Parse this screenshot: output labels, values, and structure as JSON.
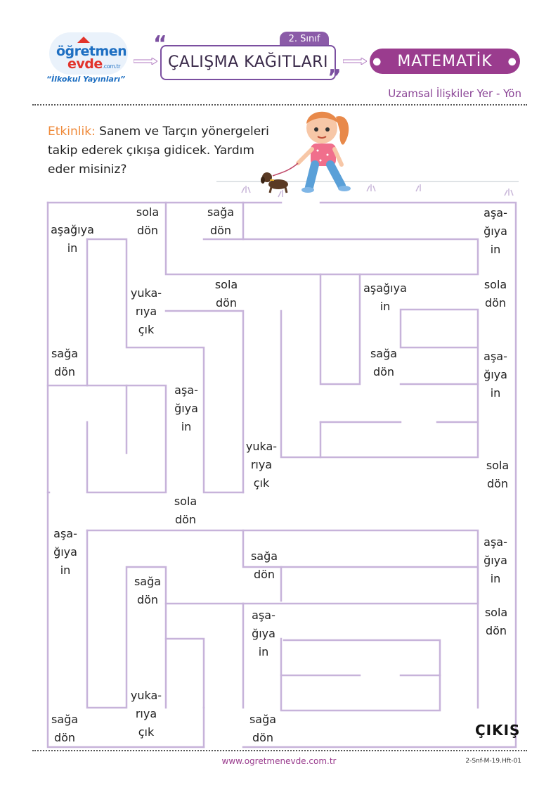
{
  "logo": {
    "line1": "öğretmen",
    "line2": "evde",
    "domain": ".com.tr",
    "tagline": "“İlkokul Yayınları”"
  },
  "header": {
    "grade": "2. Sınıf",
    "title": "ÇALIŞMA KAĞITLARI",
    "subject": "MATEMATİK",
    "topic": "Uzamsal İlişkiler Yer - Yön"
  },
  "activity": {
    "label": "Etkinlik:",
    "text": " Sanem ve Tarçın yönergeleri takip ederek çıkışa gidicek. Yardım eder misiniz?"
  },
  "maze_labels": [
    "sola\ndön",
    "sağa\ndön",
    "aşağıya\nin",
    "aşa-\nğıya\nin",
    "yuka-\nrıya\nçık",
    "sola\ndön",
    "aşağıya\nin",
    "sola\ndön",
    "sağa\ndön",
    "sağa\ndön",
    "aşa-\nğıya\nin",
    "aşa-\nğıya\nin",
    "yuka-\nrıya\nçık",
    "sola\ndön",
    "sola\ndön",
    "aşa-\nğıya\nin",
    "sağa\ndön",
    "aşa-\nğıya\nin",
    "sağa\ndön",
    "aşa-\nğıya\nin",
    "sola\ndön",
    "yuka-\nrıya\nçık",
    "sağa\ndön",
    "sağa\ndön"
  ],
  "exit_label": "ÇIKIŞ",
  "footer": {
    "url": "www.ogretmenevde.com.tr",
    "code": "2-Snf-M-19.Hft-01"
  },
  "colors": {
    "maze_wall": "#c7b3da",
    "accent": "#9a3c8e",
    "label_orange": "#ef8a3a"
  }
}
